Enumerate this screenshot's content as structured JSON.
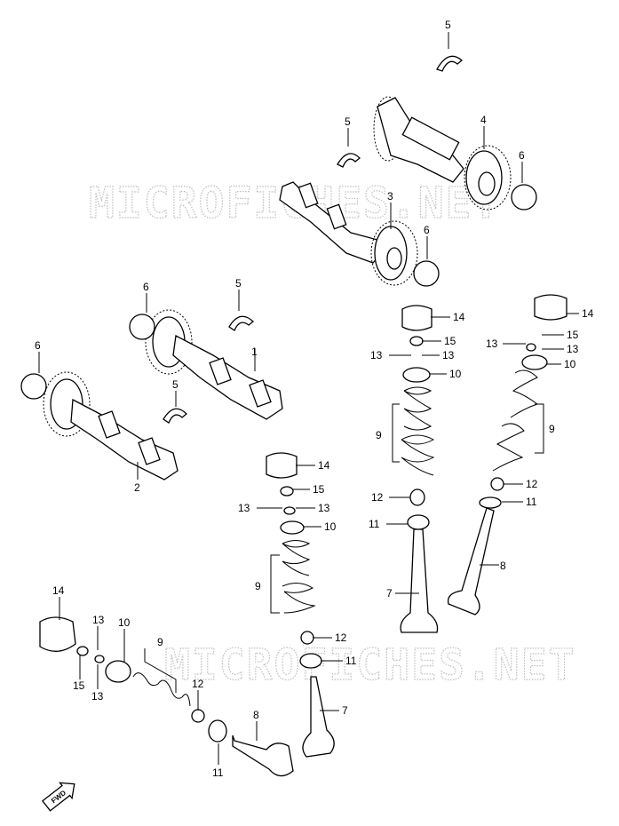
{
  "watermarks": [
    "MICROFICHES.NET",
    "MICROFICHES.NET"
  ],
  "fwd_label": "FWD",
  "callouts": {
    "c1": "1",
    "c2": "2",
    "c3": "3",
    "c4": "4",
    "c5a": "5",
    "c5b": "5",
    "c5c": "5",
    "c5d": "5",
    "c6a": "6",
    "c6b": "6",
    "c6c": "6",
    "c6d": "6",
    "c7a": "7",
    "c7b": "7",
    "c8a": "8",
    "c8b": "8",
    "c9a": "9",
    "c9b": "9",
    "c9c": "9",
    "c9d": "9",
    "c10a": "10",
    "c10b": "10",
    "c10c": "10",
    "c10d": "10",
    "c11a": "11",
    "c11b": "11",
    "c11c": "11",
    "c11d": "11",
    "c12a": "12",
    "c12b": "12",
    "c12c": "12",
    "c12d": "12",
    "c13a": "13",
    "c13b": "13",
    "c13c": "13",
    "c13d": "13",
    "c13e": "13",
    "c13f": "13",
    "c13g": "13",
    "c13h": "13",
    "c14a": "14",
    "c14b": "14",
    "c14c": "14",
    "c14d": "14",
    "c15a": "15",
    "c15b": "15",
    "c15c": "15",
    "c15d": "15"
  }
}
